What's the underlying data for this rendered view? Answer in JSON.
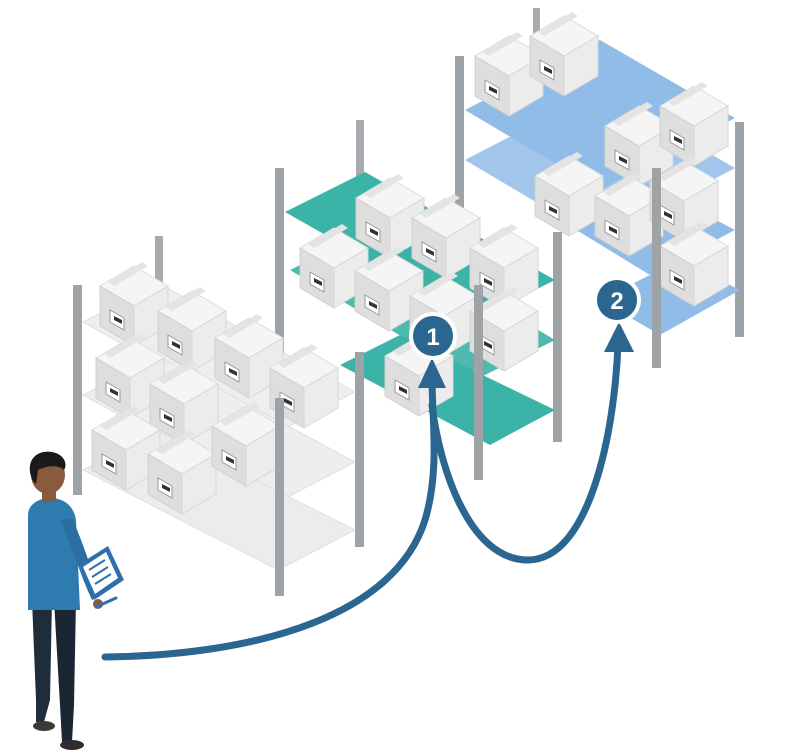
{
  "markers": [
    {
      "label": "1"
    },
    {
      "label": "2"
    }
  ],
  "colors": {
    "route": "#2a6690",
    "marker_fill": "#2a6690",
    "marker_ring": "#ffffff",
    "shelf_white": "#eeeeee",
    "shelf_teal": "#3bb3a6",
    "shelf_blue": "#92bce8",
    "post": "#9ea3a7",
    "box_top": "#f4f4f4",
    "box_side": "#e2e2e2",
    "box_front": "#d2d2d2",
    "worker_shirt": "#2e7bb0",
    "worker_pants": "#1f2d3a",
    "skin": "#8a5a3c",
    "hair": "#1a1a1a",
    "clipboard": "#2e6fae"
  },
  "icons": {
    "worker": "person-with-clipboard-icon",
    "shelf_units": "warehouse-shelf-icon",
    "boxes": "cardboard-box-icon",
    "route": "pick-route-arrow"
  }
}
